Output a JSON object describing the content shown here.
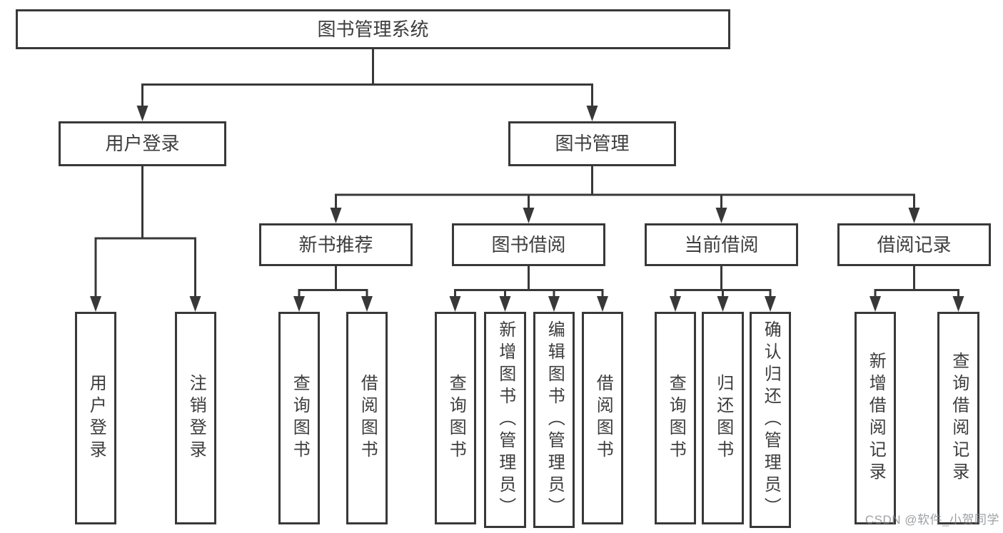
{
  "diagram": {
    "type": "tree",
    "root": {
      "label": "图书管理系统",
      "children": [
        {
          "label": "用户登录",
          "children": [
            {
              "label": "用户登录"
            },
            {
              "label": "注销登录"
            }
          ]
        },
        {
          "label": "图书管理",
          "children": [
            {
              "label": "新书推荐",
              "children": [
                {
                  "label": "查询图书"
                },
                {
                  "label": "借阅图书"
                }
              ]
            },
            {
              "label": "图书借阅",
              "children": [
                {
                  "label": "查询图书"
                },
                {
                  "label": "新增图书（管理员）"
                },
                {
                  "label": "编辑图书（管理员）"
                },
                {
                  "label": "借阅图书"
                }
              ]
            },
            {
              "label": "当前借阅",
              "children": [
                {
                  "label": "查询图书"
                },
                {
                  "label": "归还图书"
                },
                {
                  "label": "确认归还（管理员）"
                }
              ]
            },
            {
              "label": "借阅记录",
              "children": [
                {
                  "label": "新增借阅记录"
                },
                {
                  "label": "查询借阅记录"
                }
              ]
            }
          ]
        }
      ]
    }
  },
  "watermark": "CSDN @软件_小贺同学",
  "colors": {
    "line": "#383838",
    "text": "#3d3d3d",
    "background": "#ffffff",
    "watermark": "#828488"
  }
}
